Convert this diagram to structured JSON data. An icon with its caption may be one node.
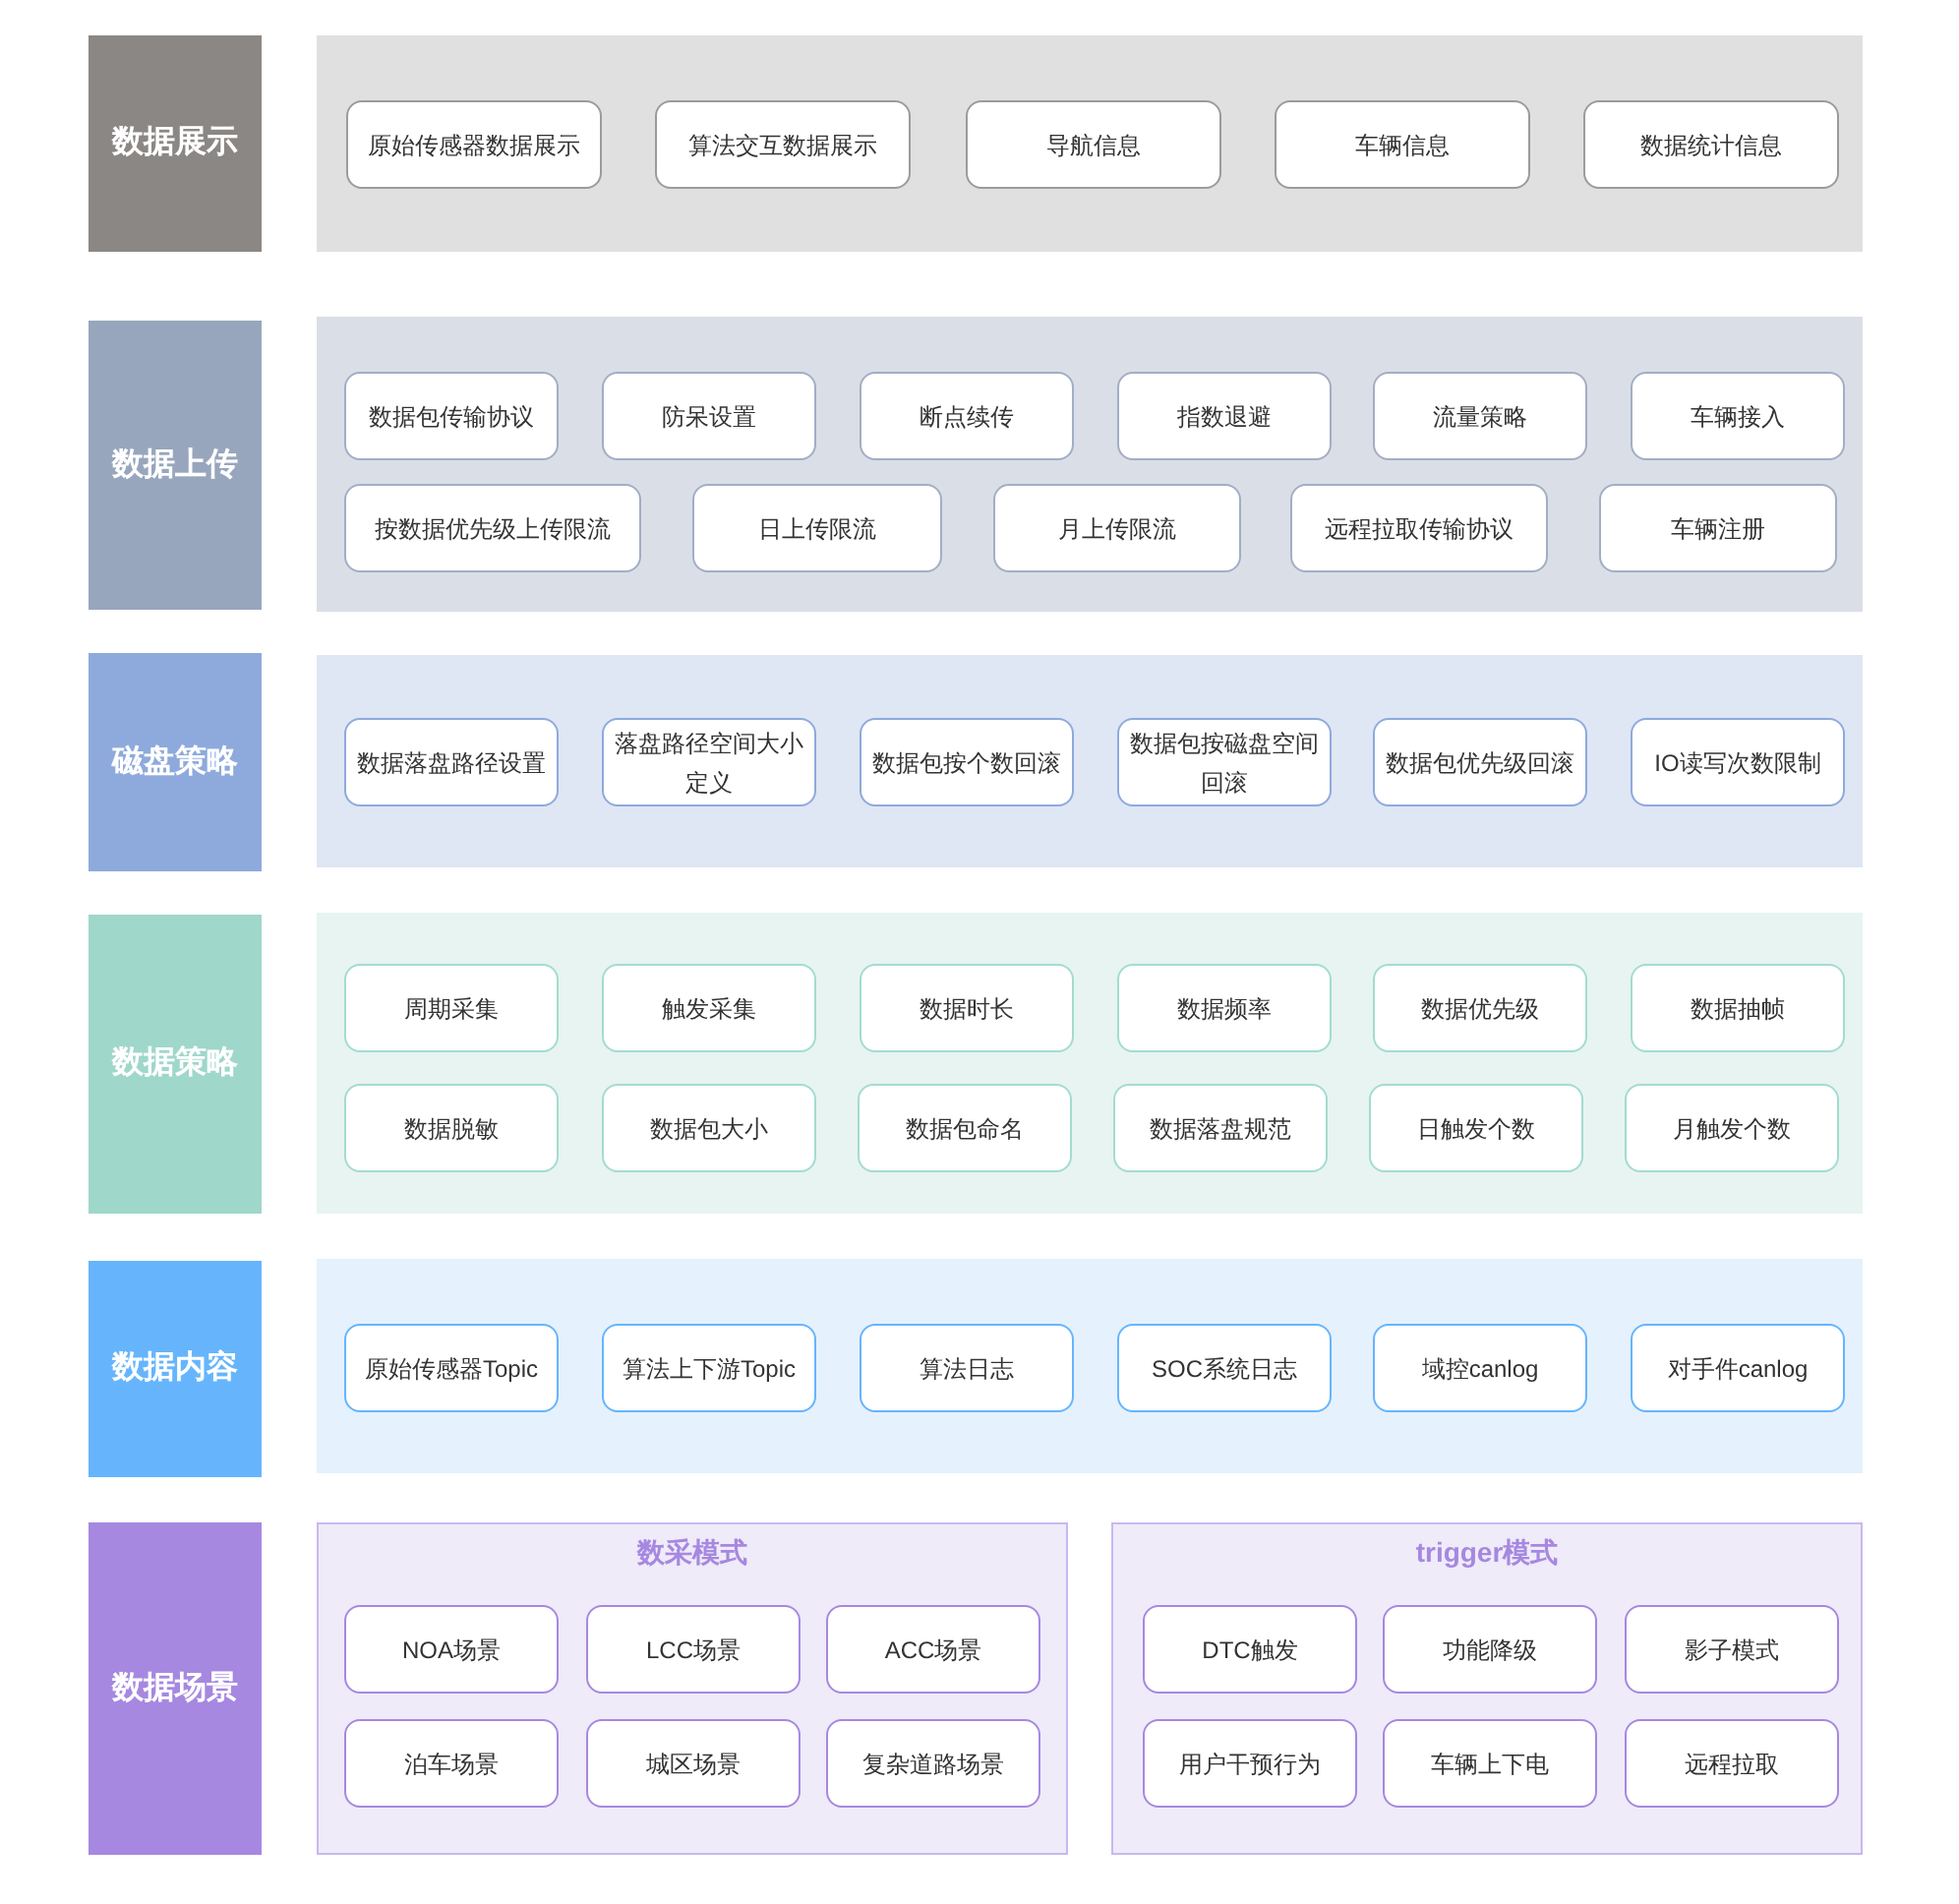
{
  "diagram": {
    "nodes": [
      {
        "text": [
          "数据展示"
        ]
      },
      {
        "text": [],
        "shape": "box"
      },
      {
        "text": [
          "原始传感器数据展示"
        ],
        "in": 1
      },
      {
        "text": [
          "算法交互数据展示"
        ],
        "in": 1
      },
      {
        "text": [
          "导航信息"
        ],
        "in": 1
      },
      {
        "text": [
          "车辆信息"
        ],
        "in": 1
      },
      {
        "text": [
          "数据统计信息"
        ],
        "in": 1
      },
      {
        "text": [
          "数据上传"
        ]
      },
      {
        "text": [],
        "shape": "box"
      },
      {
        "text": [
          "数据包传输协议"
        ],
        "in": 8
      },
      {
        "text": [
          "防呆设置"
        ],
        "in": 8
      },
      {
        "text": [
          "断点续传"
        ],
        "in": 8
      },
      {
        "text": [
          "指数退避"
        ],
        "in": 8
      },
      {
        "text": [
          "流量策略"
        ],
        "in": 8
      },
      {
        "text": [
          "车辆接入"
        ],
        "in": 8
      },
      {
        "text": [
          "按数据优先级上传限流"
        ],
        "in": 8
      },
      {
        "text": [
          "日上传限流"
        ],
        "in": 8
      },
      {
        "text": [
          "月上传限流"
        ],
        "in": 8
      },
      {
        "text": [
          "远程拉取传输协议"
        ],
        "in": 8
      },
      {
        "text": [
          "车辆注册"
        ],
        "in": 8
      },
      {
        "text": [
          "磁盘策略"
        ]
      },
      {
        "text": [],
        "shape": "box"
      },
      {
        "text": [
          "数据落盘路径设置"
        ],
        "in": 21
      },
      {
        "text": [
          "落盘路径空间大小定义"
        ],
        "in": 21
      },
      {
        "text": [
          "数据包按个数回滚"
        ],
        "in": 21
      },
      {
        "text": [
          "数据包按磁盘空间回滚"
        ],
        "in": 21
      },
      {
        "text": [
          "数据包优先级回滚"
        ],
        "in": 21
      },
      {
        "text": [
          "IO读写次数限制"
        ],
        "in": 21
      },
      {
        "text": [
          "数据策略"
        ]
      },
      {
        "text": [],
        "shape": "box"
      },
      {
        "text": [
          "周期采集"
        ],
        "in": 29
      },
      {
        "text": [
          "触发采集"
        ],
        "in": 29
      },
      {
        "text": [
          "数据时长"
        ],
        "in": 29
      },
      {
        "text": [
          "数据频率"
        ],
        "in": 29
      },
      {
        "text": [
          "数据优先级"
        ],
        "in": 29
      },
      {
        "text": [
          "数据抽帧"
        ],
        "in": 29
      },
      {
        "text": [
          "数据脱敏"
        ],
        "in": 29
      },
      {
        "text": [
          "数据包大小"
        ],
        "in": 29
      },
      {
        "text": [
          "数据包命名"
        ],
        "in": 29
      },
      {
        "text": [
          "数据落盘规范"
        ],
        "in": 29
      },
      {
        "text": [
          "日触发个数"
        ],
        "in": 29
      },
      {
        "text": [
          "月触发个数"
        ],
        "in": 29
      },
      {
        "text": [
          "数据内容"
        ]
      },
      {
        "text": [],
        "shape": "box"
      },
      {
        "text": [
          "原始传感器Topic"
        ],
        "in": 43
      },
      {
        "text": [
          "算法上下游Topic"
        ],
        "in": 43
      },
      {
        "text": [
          "算法日志"
        ],
        "in": 43
      },
      {
        "text": [
          "SOC系统日志"
        ],
        "in": 43
      },
      {
        "text": [
          "域控canlog"
        ],
        "in": 43
      },
      {
        "text": [
          "对手件canlog"
        ],
        "in": 43
      },
      {
        "text": [
          "数据场景"
        ]
      },
      {
        "text": [
          "数采模式"
        ]
      },
      {
        "text": [
          "NOA场景"
        ],
        "in": 51
      },
      {
        "text": [
          "LCC场景"
        ],
        "in": 51
      },
      {
        "text": [
          "ACC场景"
        ],
        "in": 51
      },
      {
        "text": [
          "泊车场景"
        ],
        "in": 51
      },
      {
        "text": [
          "城区场景"
        ],
        "in": 51
      },
      {
        "text": [
          "复杂道路场景"
        ],
        "in": 51
      },
      {
        "text": [
          "trigger模式"
        ]
      },
      {
        "text": [
          "DTC触发"
        ],
        "in": 58
      },
      {
        "text": [
          "功能降级"
        ],
        "in": 58
      },
      {
        "text": [
          "影子模式"
        ],
        "in": 58
      },
      {
        "text": [
          "用户干预行为"
        ],
        "in": 58
      },
      {
        "text": [
          "车辆上下电"
        ],
        "in": 58
      },
      {
        "text": [
          "远程拉取"
        ],
        "in": 58
      }
    ]
  }
}
